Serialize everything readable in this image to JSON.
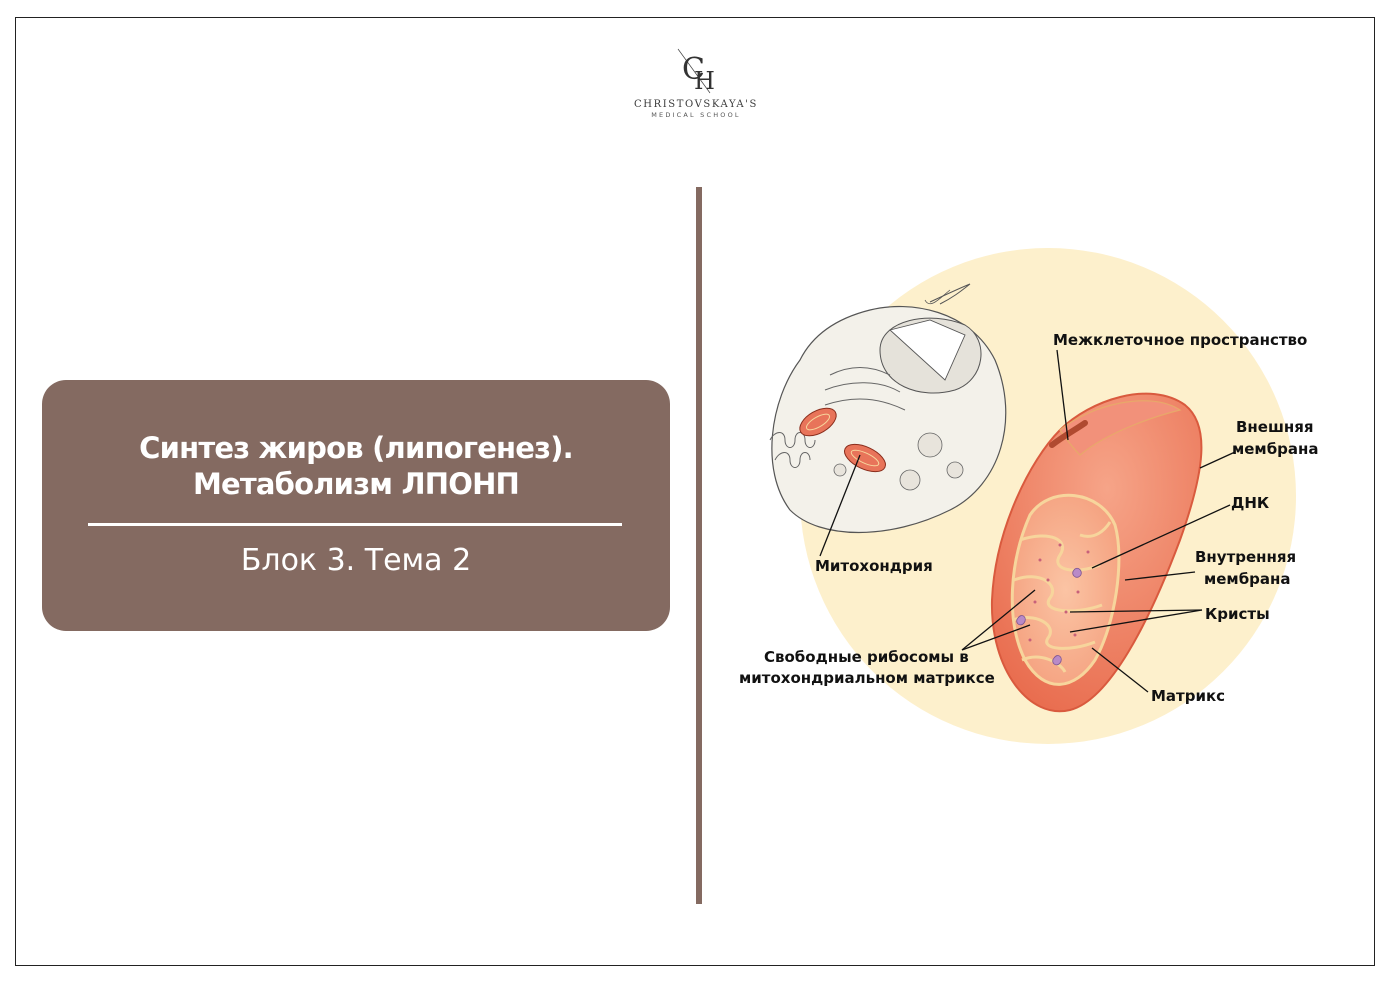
{
  "logo": {
    "monogram": "CH",
    "name": "CHRISTOVSKAYA'S",
    "subtitle": "MEDICAL SCHOOL"
  },
  "title_card": {
    "title_line_1": "Синтез жиров (липогенез).",
    "title_line_2": "Метаболизм ЛПОНП",
    "subtitle": "Блок 3. Тема 2"
  },
  "diagram": {
    "labels": {
      "intercellular_space": "Межклеточное пространство",
      "outer_membrane_1": "Внешняя",
      "outer_membrane_2": "мембрана",
      "dna": "ДНК",
      "inner_membrane_1": "Внутренняя",
      "inner_membrane_2": "мембрана",
      "cristae": "Кристы",
      "matrix": "Матрикс",
      "mitochondrion": "Митохондрия",
      "free_ribosomes_1": "Свободные рибосомы в",
      "free_ribosomes_2": "митохондриальном матриксе"
    }
  },
  "colors": {
    "accent_brown": "#846a61",
    "background_circle": "#fdf0cc",
    "mitochondrion_outer": "#ee7557",
    "mitochondrion_inner": "#f8b393",
    "crista_line": "#f7d59c"
  }
}
